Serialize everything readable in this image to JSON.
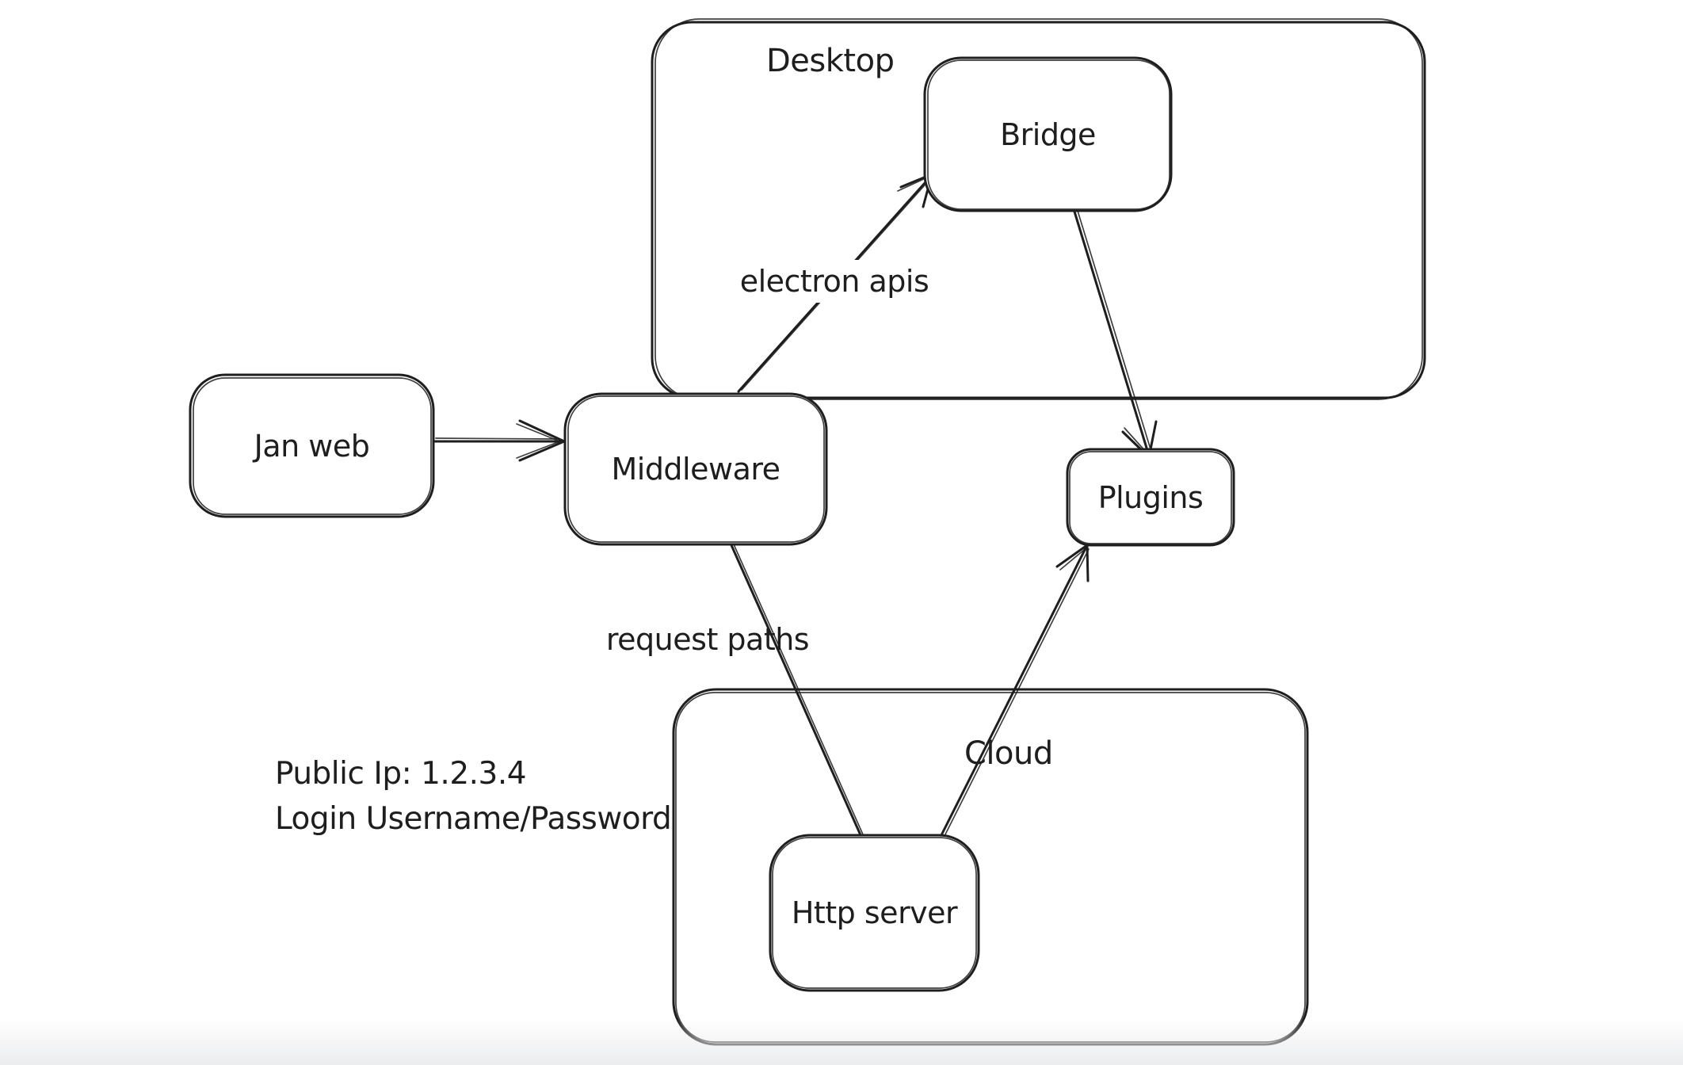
{
  "canvas": {
    "background_color": "#ffffff",
    "stroke_color": "#1e1e1e"
  },
  "containers": {
    "desktop": {
      "label": "Desktop"
    },
    "cloud": {
      "label": "Cloud"
    }
  },
  "nodes": {
    "jan_web": {
      "label": "Jan web"
    },
    "middleware": {
      "label": "Middleware"
    },
    "bridge": {
      "label": "Bridge"
    },
    "plugins": {
      "label": "Plugins"
    },
    "http_server": {
      "label": "Http server"
    }
  },
  "edges": [
    {
      "from": "Jan web",
      "to": "Middleware",
      "label": ""
    },
    {
      "from": "Middleware",
      "to": "Bridge",
      "label": "electron apis"
    },
    {
      "from": "Bridge",
      "to": "Plugins",
      "label": ""
    },
    {
      "from": "Middleware",
      "to": "Http server",
      "label": "request paths"
    },
    {
      "from": "Http server",
      "to": "Plugins",
      "label": ""
    }
  ],
  "note": {
    "line1": "Public Ip: 1.2.3.4",
    "line2": "Login Username/Password"
  }
}
